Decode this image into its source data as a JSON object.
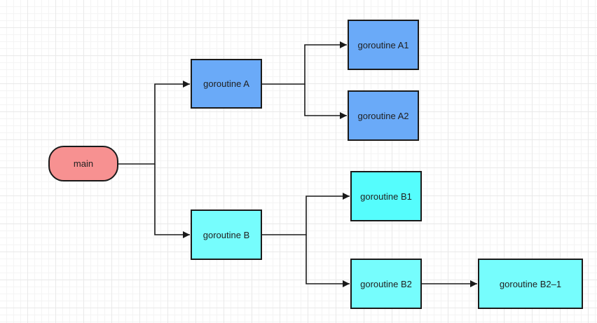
{
  "diagram": {
    "nodes": {
      "main": "main",
      "goroutine_a": "goroutine A",
      "goroutine_a1": "goroutine A1",
      "goroutine_a2": "goroutine A2",
      "goroutine_b": "goroutine B",
      "goroutine_b1": "goroutine B1",
      "goroutine_b2": "goroutine B2",
      "goroutine_b2_1": "goroutine B2–1"
    },
    "colors": {
      "main_fill": "#f79191",
      "a_fill": "#6aaaf8",
      "b_fill": "#76fdfd",
      "b1_fill": "#55fdfd",
      "edge": "#1a1a1a"
    }
  }
}
